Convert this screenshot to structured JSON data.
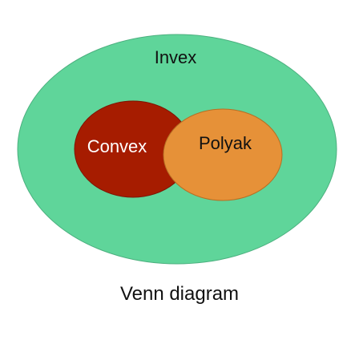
{
  "diagram": {
    "type": "venn",
    "sets": [
      {
        "id": "invex",
        "label": "Invex",
        "fill": "#5fd59a",
        "stroke": "#4cb07f",
        "text_color": "#111111"
      },
      {
        "id": "convex",
        "label": "Convex",
        "fill": "#a61c00",
        "stroke": "#7f1500",
        "text_color": "#ffffff"
      },
      {
        "id": "polyak",
        "label": "Polyak",
        "fill": "#e69138",
        "stroke": "#b66f24",
        "text_color": "#111111"
      }
    ],
    "relations": {
      "convex": "subset of invex",
      "polyak": "subset of invex",
      "convex_and_polyak": "overlap"
    }
  },
  "caption": "Venn diagram"
}
